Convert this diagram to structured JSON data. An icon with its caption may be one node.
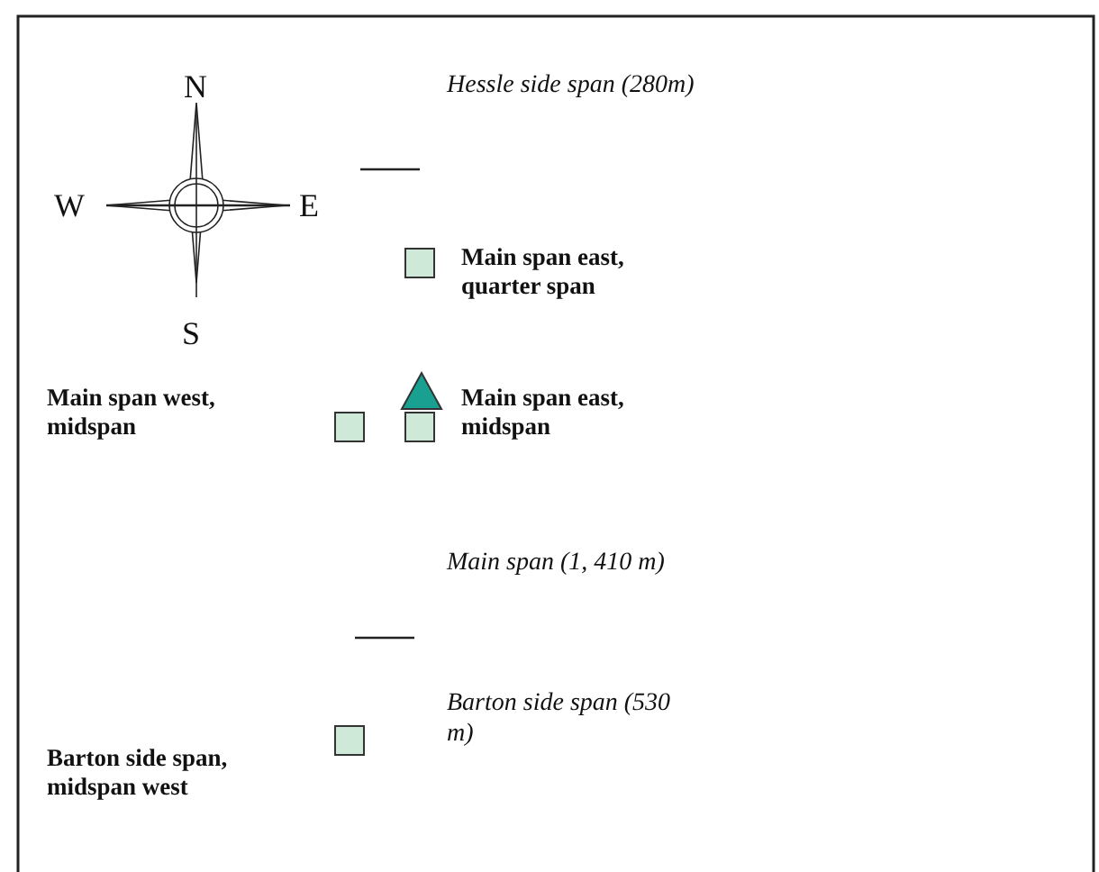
{
  "diagram": {
    "labels": [
      "N",
      "Hessle side span (280m)",
      "W",
      "E",
      "Main span east, quarter span",
      "S",
      "Main span west, midspan",
      "Main span east, midspan",
      "Main span (1, 410 m)",
      "Barton side span (530 m)",
      "Barton side span, midspan west"
    ]
  }
}
